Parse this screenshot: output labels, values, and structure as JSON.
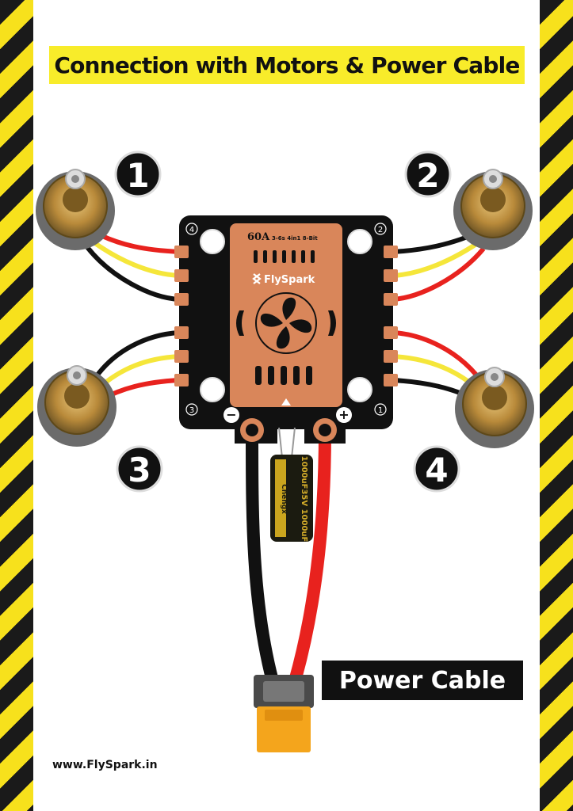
{
  "title": "Connection with Motors & Power Cable",
  "esc": {
    "rating": "60A",
    "spec": "3-6s 4in1 8-Bit",
    "brand": "FlySpark",
    "corner_labels": [
      "4",
      "2",
      "3",
      "1"
    ],
    "minus_sign": "−",
    "plus_sign": "+"
  },
  "motors": [
    {
      "number": "1"
    },
    {
      "number": "2"
    },
    {
      "number": "3"
    },
    {
      "number": "4"
    }
  ],
  "capacitor": {
    "brand": "Chengx",
    "spec": "1000uF35V 1000uF"
  },
  "power_cable_label": "Power Cable",
  "website": "www.FlySpark.in",
  "colors": {
    "hazard_yellow": "#f7e11c",
    "hazard_black": "#1a1a1a",
    "title_banner": "#f8ec2a",
    "board": "#111111",
    "copper": "#d9865a",
    "wire_red": "#e8221e",
    "wire_yellow": "#f5e63a",
    "wire_black": "#111111",
    "connector": "#f4a51c"
  }
}
